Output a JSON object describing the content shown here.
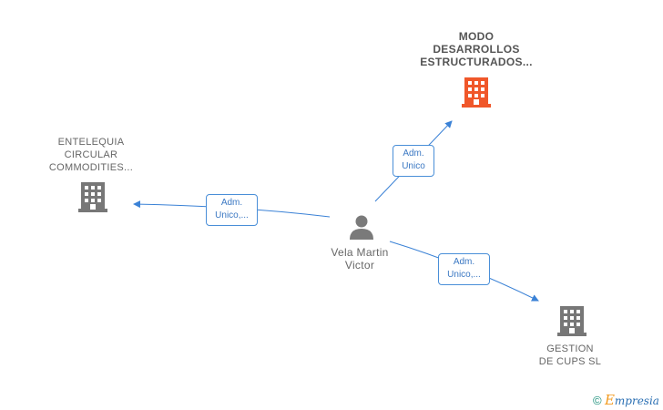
{
  "person": {
    "name": "Vela Martin\nVictor",
    "icon": "person-icon"
  },
  "companies": [
    {
      "id": "modo",
      "name": "MODO\nDESARROLLOS\nESTRUCTURADOS...",
      "color": "#f0572a",
      "icon": "building-icon"
    },
    {
      "id": "entelequia",
      "name": "ENTELEQUIA\nCIRCULAR\nCOMMODITIES...",
      "color": "#777777",
      "icon": "building-icon"
    },
    {
      "id": "gestion",
      "name": "GESTION\nDE CUPS  SL",
      "color": "#777777",
      "icon": "building-icon"
    }
  ],
  "relations": [
    {
      "to": "modo",
      "label": "Adm.\nUnico"
    },
    {
      "to": "entelequia",
      "label": "Adm.\nUnico,..."
    },
    {
      "to": "gestion",
      "label": "Adm.\nUnico,..."
    }
  ],
  "colors": {
    "edge": "#3b82d6",
    "person": "#7a7a7a"
  },
  "footer": {
    "copyright": "©",
    "brand_initial": "E",
    "brand_rest": "mpresia"
  }
}
